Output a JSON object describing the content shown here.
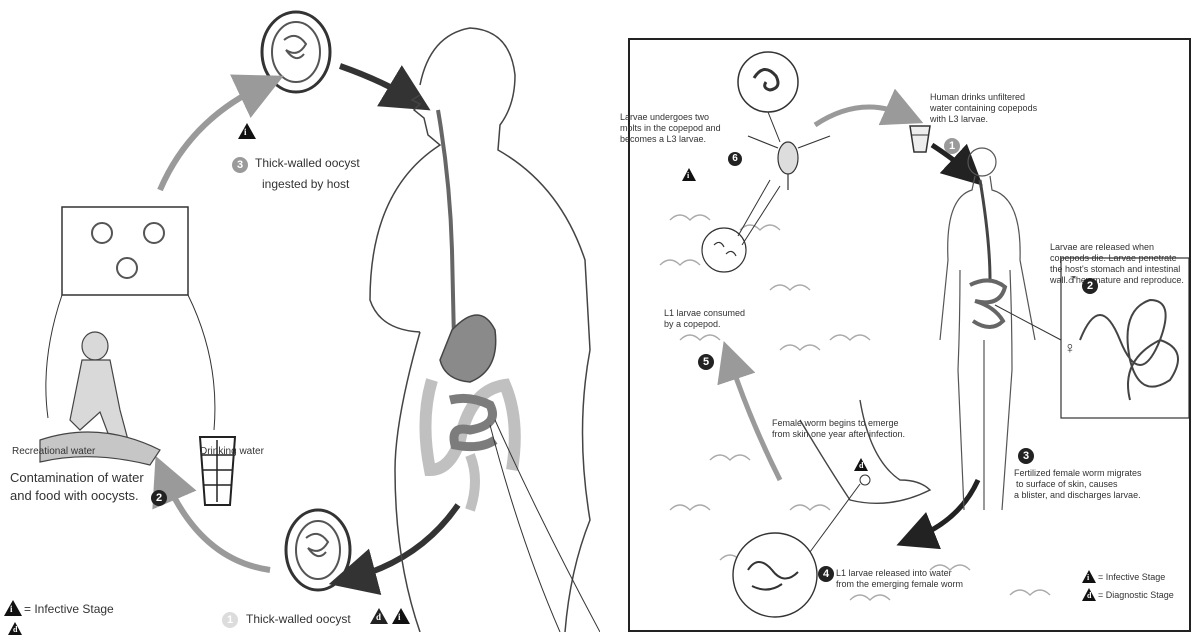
{
  "left": {
    "step3_badge": "3",
    "step3_text_line1": "Thick-walled oocyst",
    "step3_text_line2": "ingested by host",
    "recreational_label": "Recreational water",
    "drinking_label": "Drinking water",
    "contamination_line1": "Contamination of water",
    "contamination_line2": "and food with oocysts.",
    "step2_badge": "2",
    "step1_badge": "1",
    "step1_text": "Thick-walled oocyst",
    "legend_infective": "= Infective Stage",
    "infective_symbol": "i",
    "diagnostic_symbol": "d"
  },
  "right": {
    "step1_badge": "1",
    "step1_text": [
      "Human drinks unfiltered",
      "water containing copepods",
      "with L3 larvae."
    ],
    "step2_badge": "2",
    "step2_text": [
      "Larvae are released when",
      "copepods die.  Larvae penetrate",
      "the host's stomach and intestinal",
      "wall.  They mature and reproduce."
    ],
    "male_symbol": "♂",
    "female_symbol": "♀",
    "step3_badge": "3",
    "step3_text": [
      "Fertilized female worm migrates",
      "to surface of skin, causes",
      "a blister, and discharges larvae."
    ],
    "step4_badge": "4",
    "step4_text": [
      "L1 larvae released into water",
      "from the emerging female worm"
    ],
    "step5_badge": "5",
    "l1_consumed_text": [
      "L1 larvae consumed",
      "by a copepod."
    ],
    "step6_badge": "6",
    "step6_text": [
      "Larvae undergoes two",
      "molts in the copepod and",
      "becomes a L3 larvae."
    ],
    "emerge_text": [
      "Female worm begins to emerge",
      "from skin one year after infection."
    ],
    "legend_infective": "= Infective Stage",
    "legend_diagnostic": "= Diagnostic Stage",
    "infective_symbol": "i",
    "diagnostic_symbol": "d"
  }
}
